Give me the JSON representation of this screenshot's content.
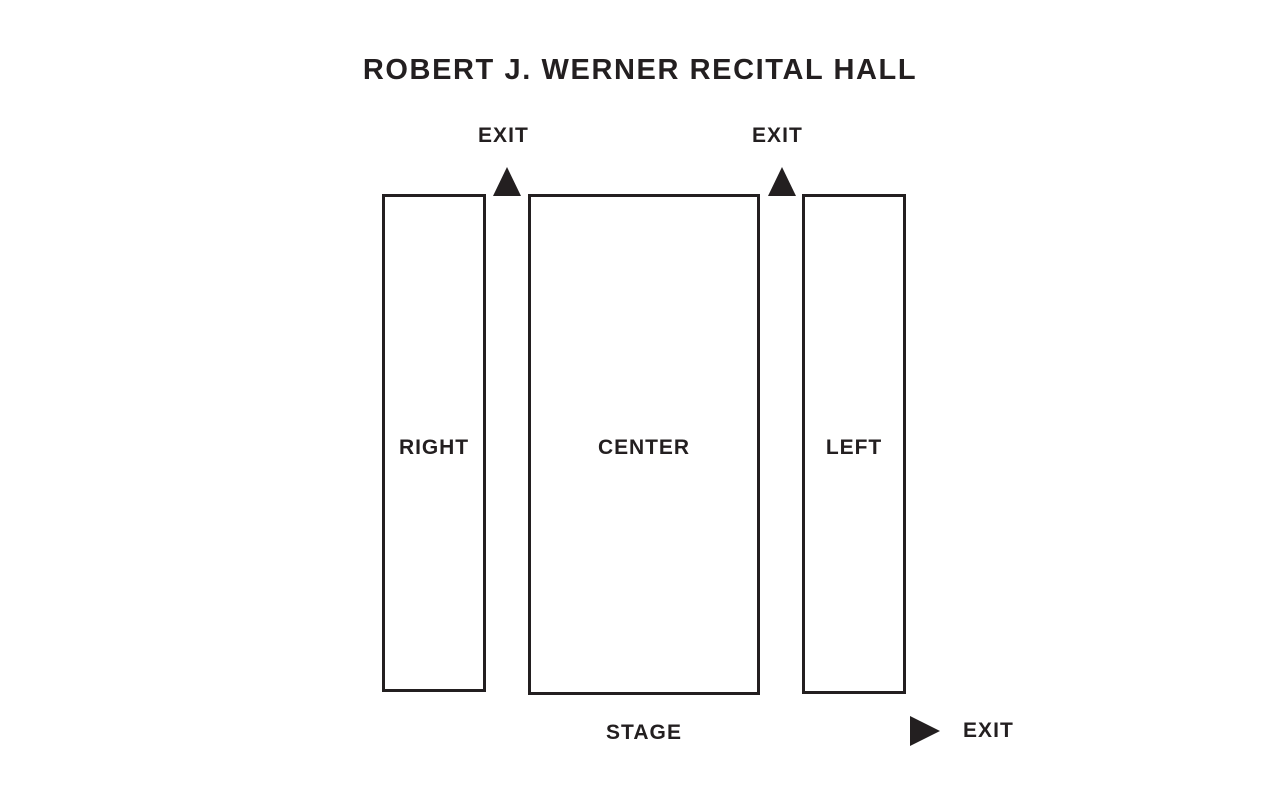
{
  "venue": {
    "title": "ROBERT J. WERNER RECITAL HALL"
  },
  "colors": {
    "background": "#ffffff",
    "ink": "#231f20",
    "box_stroke": "#231f20"
  },
  "sections": [
    {
      "id": "right",
      "label": "RIGHT"
    },
    {
      "id": "center",
      "label": "CENTER"
    },
    {
      "id": "left",
      "label": "LEFT"
    }
  ],
  "exits": [
    {
      "id": "exit-top-left",
      "label": "EXIT",
      "arrow": "triangle-up-icon"
    },
    {
      "id": "exit-top-right",
      "label": "EXIT",
      "arrow": "triangle-up-icon"
    },
    {
      "id": "exit-bottom-right",
      "label": "EXIT",
      "arrow": "triangle-right-icon"
    }
  ],
  "stage": {
    "label": "STAGE"
  }
}
